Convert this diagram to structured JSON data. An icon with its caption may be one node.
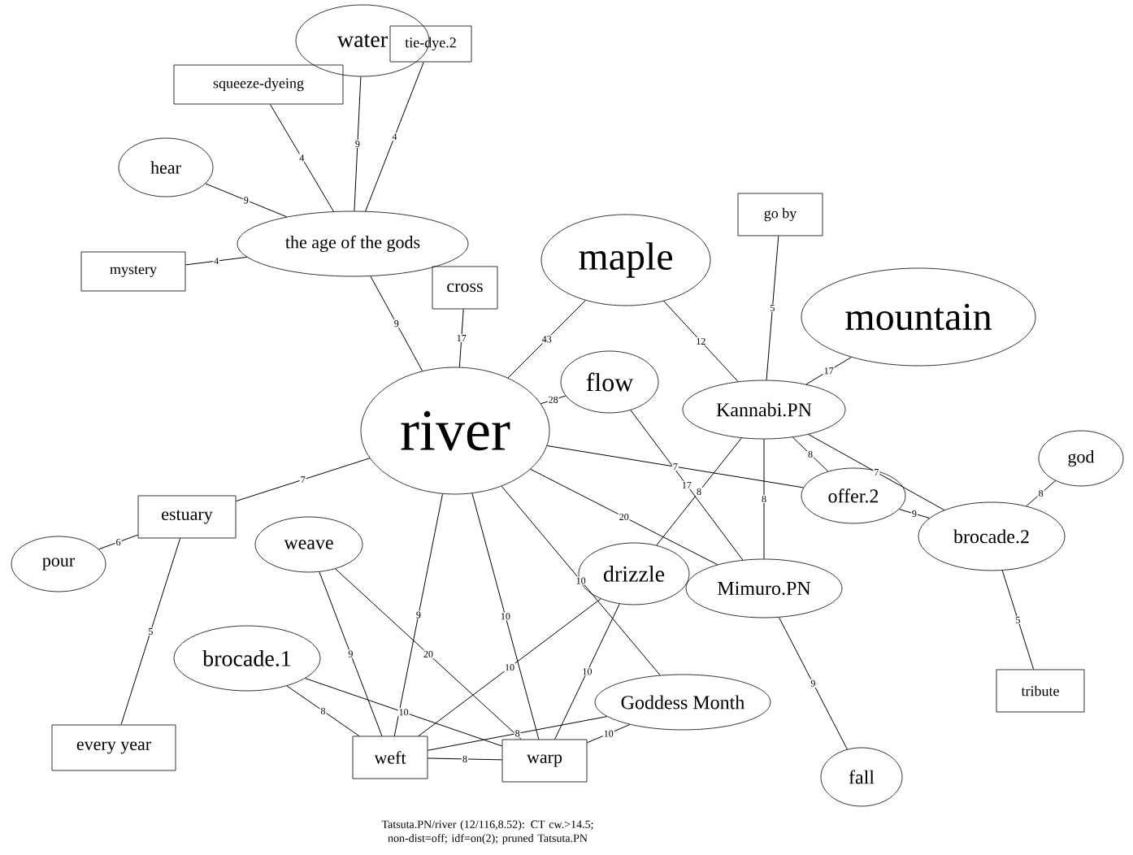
{
  "diagram": {
    "caption": "Tatsuta.PN/river (12/116,8.52): CT cw.>14.5; non-dist=off; idf=on(2); pruned Tatsuta.PN",
    "nodes": [
      {
        "text": [
          "water"
        ]
      },
      {
        "text": [
          "tie-dye.2"
        ]
      },
      {
        "text": [
          "squeeze-dyeing"
        ]
      },
      {
        "text": [
          "hear"
        ]
      },
      {
        "text": [
          "the age of the gods"
        ]
      },
      {
        "text": [
          "mystery"
        ]
      },
      {
        "text": [
          "cross"
        ]
      },
      {
        "text": [
          "maple"
        ]
      },
      {
        "text": [
          "go by"
        ]
      },
      {
        "text": [
          "mountain"
        ]
      },
      {
        "text": [
          "river"
        ]
      },
      {
        "text": [
          "flow"
        ]
      },
      {
        "text": [
          "Kannabi.PN"
        ]
      },
      {
        "text": [
          "god"
        ]
      },
      {
        "text": [
          "weave"
        ]
      },
      {
        "text": [
          "estuary"
        ]
      },
      {
        "text": [
          "offer.2"
        ]
      },
      {
        "text": [
          "brocade.2"
        ]
      },
      {
        "text": [
          "pour"
        ]
      },
      {
        "text": [
          "drizzle"
        ]
      },
      {
        "text": [
          "brocade.1"
        ]
      },
      {
        "text": [
          "Goddess Month"
        ]
      },
      {
        "text": [
          "Mimuro.PN"
        ]
      },
      {
        "text": [
          "weft"
        ]
      },
      {
        "text": [
          "warp"
        ]
      },
      {
        "text": [
          "tribute"
        ]
      },
      {
        "text": [
          "every year"
        ]
      },
      {
        "text": [
          "fall"
        ]
      }
    ],
    "edges": [
      {
        "from": 4,
        "to": 2,
        "arrow": "none",
        "label": "4"
      },
      {
        "from": 4,
        "to": 0,
        "arrow": "none",
        "label": "9"
      },
      {
        "from": 4,
        "to": 1,
        "arrow": "none",
        "label": "4"
      },
      {
        "from": 4,
        "to": 3,
        "arrow": "none",
        "label": "9"
      },
      {
        "from": 4,
        "to": 5,
        "arrow": "none",
        "label": "4"
      },
      {
        "from": 4,
        "to": 10,
        "arrow": "none",
        "label": "9"
      },
      {
        "from": 6,
        "to": 10,
        "arrow": "none",
        "label": "17"
      },
      {
        "from": 7,
        "to": 10,
        "arrow": "none",
        "label": "43"
      },
      {
        "from": 7,
        "to": 12,
        "arrow": "none",
        "label": "12"
      },
      {
        "from": 8,
        "to": 12,
        "arrow": "none",
        "label": "5"
      },
      {
        "from": 9,
        "to": 12,
        "arrow": "none",
        "label": "17"
      },
      {
        "from": 10,
        "to": 11,
        "arrow": "none",
        "label": "28"
      },
      {
        "from": 11,
        "to": 22,
        "arrow": "none",
        "label": "17"
      },
      {
        "from": 12,
        "to": 16,
        "arrow": "none",
        "label": "8"
      },
      {
        "from": 12,
        "to": 17,
        "arrow": "none",
        "label": "7"
      },
      {
        "from": 12,
        "to": 19,
        "arrow": "none",
        "label": "8"
      },
      {
        "from": 12,
        "to": 22,
        "arrow": "none",
        "label": "8"
      },
      {
        "from": 10,
        "to": 16,
        "arrow": "none",
        "label": "7"
      },
      {
        "from": 10,
        "to": 22,
        "arrow": "none",
        "label": "20"
      },
      {
        "from": 16,
        "to": 17,
        "arrow": "none",
        "label": "9"
      },
      {
        "from": 17,
        "to": 13,
        "arrow": "none",
        "label": "8"
      },
      {
        "from": 17,
        "to": 25,
        "arrow": "none",
        "label": "5"
      },
      {
        "from": 22,
        "to": 27,
        "arrow": "none",
        "label": "9"
      },
      {
        "from": 15,
        "to": 18,
        "arrow": "none",
        "label": "6"
      },
      {
        "from": 15,
        "to": 26,
        "arrow": "none",
        "label": "5"
      },
      {
        "from": 15,
        "to": 10,
        "arrow": "none",
        "label": "7"
      },
      {
        "from": 14,
        "to": 23,
        "arrow": "none",
        "label": "9"
      },
      {
        "from": 14,
        "to": 24,
        "arrow": "none",
        "label": "20"
      },
      {
        "from": 10,
        "to": 23,
        "arrow": "none",
        "label": "9"
      },
      {
        "from": 10,
        "to": 24,
        "arrow": "none",
        "label": "10"
      },
      {
        "from": 10,
        "to": 21,
        "arrow": "none",
        "label": "10"
      },
      {
        "from": 20,
        "to": 23,
        "arrow": "none",
        "label": "8"
      },
      {
        "from": 20,
        "to": 24,
        "arrow": "none",
        "label": "10"
      },
      {
        "from": 21,
        "to": 23,
        "arrow": "none",
        "label": "8"
      },
      {
        "from": 21,
        "to": 24,
        "arrow": "none",
        "label": "10"
      },
      {
        "from": 19,
        "to": 24,
        "arrow": "none",
        "label": "10"
      },
      {
        "from": 19,
        "to": 23,
        "arrow": "none",
        "label": "10"
      },
      {
        "from": 23,
        "to": 24,
        "arrow": "none",
        "label": "8"
      }
    ]
  }
}
